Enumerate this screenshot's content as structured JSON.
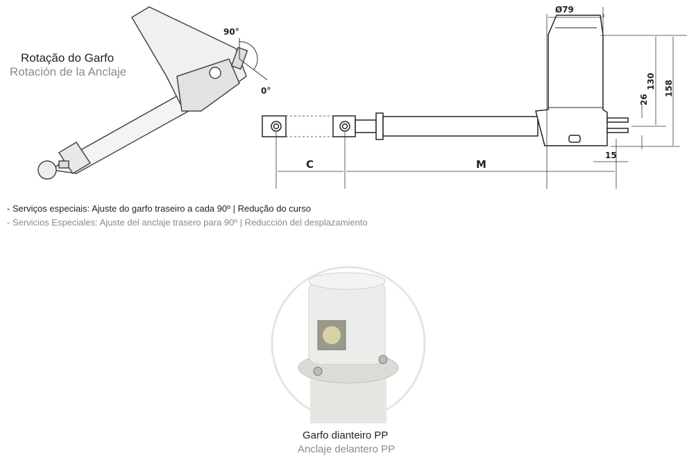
{
  "rotation_label": {
    "pt": "Rotação do Garfo",
    "es": "Rotación de la Anclaje"
  },
  "angles": {
    "a90": "90°",
    "a0": "0°"
  },
  "dimensions": {
    "diameter": "Ø79",
    "h130": "130",
    "h158": "158",
    "h26": "26",
    "w15": "15",
    "c": "C",
    "m": "M"
  },
  "notes": {
    "pt": "- Serviços especiais: Ajuste do garfo traseiro a cada 90º | Redução do curso",
    "es": "- Servicios Especiales: Ajuste del anclaje trasero para 90º | Reducción del desplazamiento"
  },
  "photo_caption": {
    "pt": "Garfo dianteiro PP",
    "es": "Anclaje delantero PP"
  }
}
